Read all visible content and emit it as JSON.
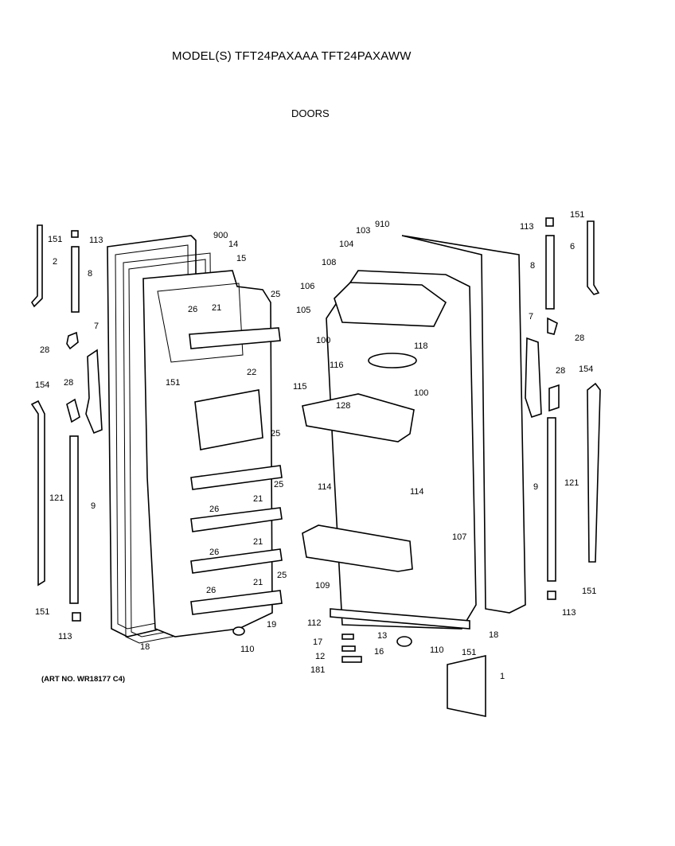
{
  "header": {
    "title": "MODEL(S) TFT24PAXAAA  TFT24PAXAWW",
    "subtitle": "DOORS"
  },
  "footer": {
    "art_no": "(ART NO. WR18177 C4)"
  },
  "callouts": {
    "l_151_top": "151",
    "l_113_top": "113",
    "l_2": "2",
    "l_8": "8",
    "l_28_a": "28",
    "l_7": "7",
    "l_154": "154",
    "l_28_b": "28",
    "l_121": "121",
    "l_9": "9",
    "l_151_bot": "151",
    "l_113_bot": "113",
    "l_900": "900",
    "l_14": "14",
    "l_15": "15",
    "l_25_a": "25",
    "l_26_a": "26",
    "l_21_a": "21",
    "l_151_mid": "151",
    "l_22": "22",
    "l_25_b": "25",
    "l_26_b": "26",
    "l_21_b": "21",
    "l_25_c": "25",
    "l_26_c": "26",
    "l_21_c": "21",
    "l_26_d": "26",
    "l_21_d": "21",
    "l_25_d": "25",
    "l_19": "19",
    "l_18_left": "18",
    "l_110_left": "110",
    "r_910": "910",
    "r_103": "103",
    "r_104": "104",
    "r_108": "108",
    "r_106": "106",
    "r_105": "105",
    "r_100_a": "100",
    "r_116": "116",
    "r_118": "118",
    "r_100_b": "100",
    "r_115": "115",
    "r_128": "128",
    "r_114_a": "114",
    "r_114_b": "114",
    "r_107": "107",
    "r_109": "109",
    "r_112": "112",
    "r_18": "18",
    "r_13": "13",
    "r_17": "17",
    "r_16": "16",
    "r_12": "12",
    "r_181": "181",
    "r_110": "110",
    "r_151_bot": "151",
    "r_1": "1",
    "fr_113_top": "113",
    "fr_151_top": "151",
    "fr_6": "6",
    "fr_8": "8",
    "fr_7": "7",
    "fr_28_a": "28",
    "fr_28_b": "28",
    "fr_154": "154",
    "fr_9": "9",
    "fr_121": "121",
    "fr_151_bot": "151",
    "fr_113_bot": "113"
  }
}
